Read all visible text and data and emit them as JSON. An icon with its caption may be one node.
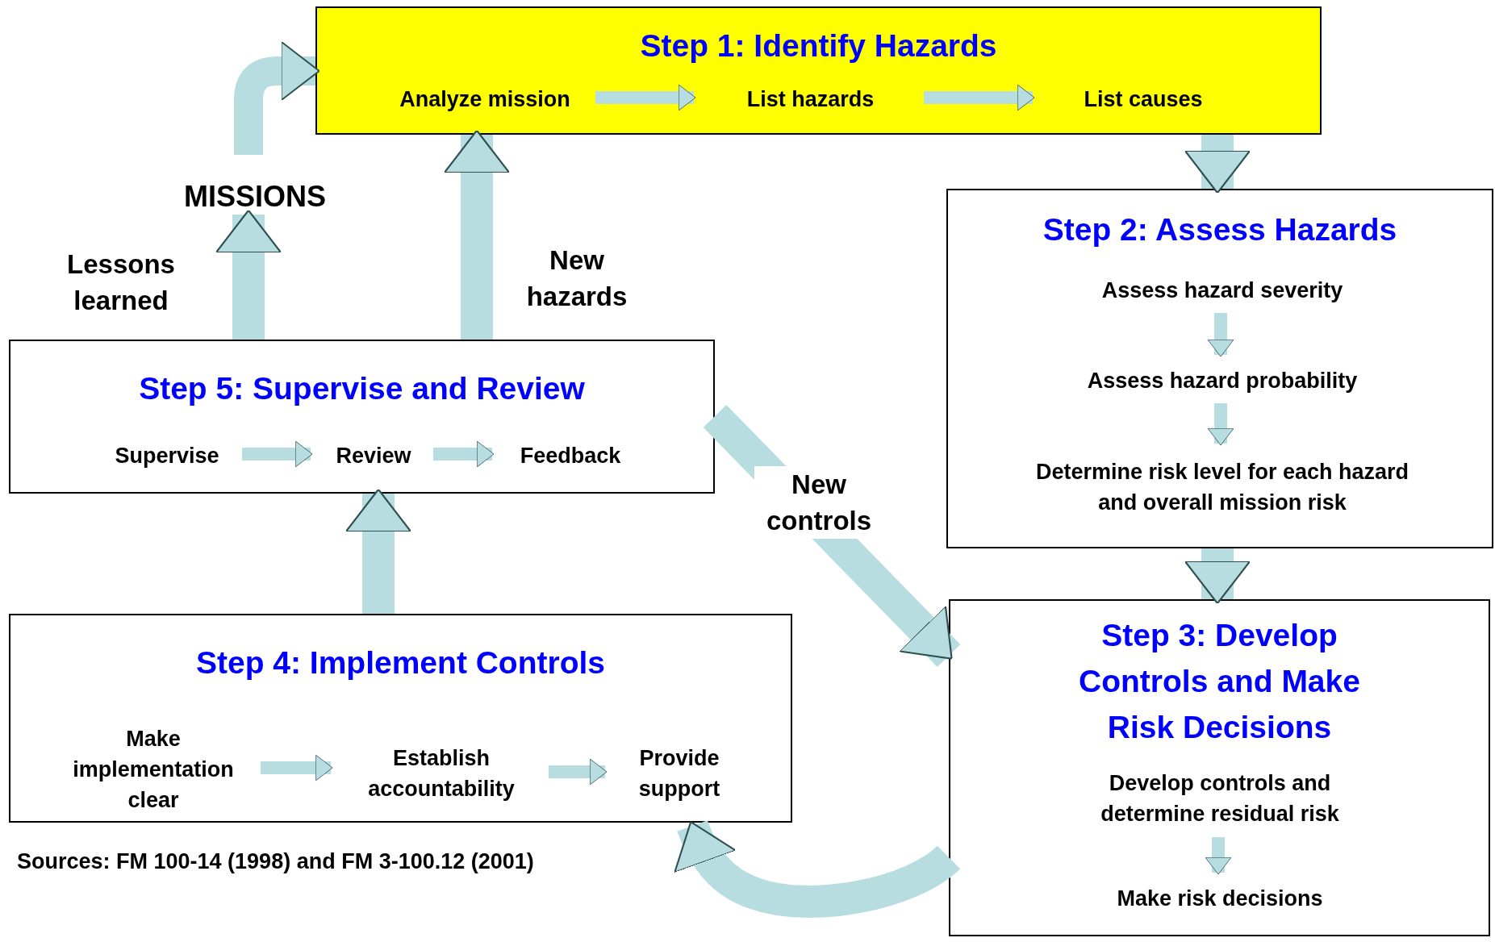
{
  "diagram": {
    "nodes": [
      {
        "text": [
          "Step 1: Identify Hazards"
        ]
      },
      {
        "text": [
          "Analyze mission"
        ],
        "in": 0
      },
      {
        "text": [
          "List hazards"
        ],
        "in": 0
      },
      {
        "text": [
          "List causes"
        ],
        "in": 0
      },
      {
        "text": [
          "Step 2: Assess Hazards"
        ]
      },
      {
        "text": [
          "Assess hazard severity"
        ],
        "in": 4
      },
      {
        "text": [
          "Assess hazard probability"
        ],
        "in": 4
      },
      {
        "text": [
          "Determine risk level for each hazard and overall mission risk"
        ],
        "in": 4
      },
      {
        "text": [
          "Step 3: Develop Controls and Make Risk Decisions"
        ]
      },
      {
        "text": [
          "Develop controls and determine residual risk"
        ],
        "in": 8
      },
      {
        "text": [
          "Make risk decisions"
        ],
        "in": 8
      },
      {
        "text": [
          "Step 4: Implement Controls"
        ]
      },
      {
        "text": [
          "Make implementation clear"
        ],
        "in": 11
      },
      {
        "text": [
          "Establish accountability"
        ],
        "in": 11
      },
      {
        "text": [
          "Provide support"
        ],
        "in": 11
      },
      {
        "text": [
          "Step 5: Supervise and Review"
        ]
      },
      {
        "text": [
          "Supervise"
        ],
        "in": 15
      },
      {
        "text": [
          "Review"
        ],
        "in": 15
      },
      {
        "text": [
          "Feedback"
        ],
        "in": 15
      },
      {
        "text": [
          "MISSIONS"
        ]
      }
    ],
    "edges": [
      {
        "from": 1,
        "to": 2,
        "arrow": "to"
      },
      {
        "from": 2,
        "to": 3,
        "arrow": "to"
      },
      {
        "from": 0,
        "to": 4,
        "arrow": "to",
        "style": "thick"
      },
      {
        "from": 5,
        "to": 6,
        "arrow": "to"
      },
      {
        "from": 6,
        "to": 7,
        "arrow": "to"
      },
      {
        "from": 4,
        "to": 8,
        "arrow": "to",
        "style": "thick"
      },
      {
        "from": 9,
        "to": 10,
        "arrow": "to"
      },
      {
        "from": 8,
        "to": 11,
        "arrow": "to",
        "style": "thick"
      },
      {
        "from": 11,
        "to": 15,
        "arrow": "to",
        "style": "thick"
      },
      {
        "from": 15,
        "to": 0,
        "label": "New hazards",
        "arrow": "to",
        "style": "thick"
      },
      {
        "from": 15,
        "to": 19,
        "label": "Lessons learned",
        "arrow": "to",
        "style": "thick"
      },
      {
        "from": 19,
        "to": 0,
        "arrow": "to",
        "style": "thick"
      },
      {
        "from": 15,
        "to": 8,
        "label": "New controls",
        "arrow": "to",
        "style": "thick"
      },
      {
        "from": 12,
        "to": 13,
        "arrow": "to"
      },
      {
        "from": 13,
        "to": 14,
        "arrow": "to"
      },
      {
        "from": 16,
        "to": 17,
        "arrow": "to"
      },
      {
        "from": 17,
        "to": 18,
        "arrow": "to"
      }
    ],
    "labels": [
      "Sources: FM 100-14 (1998) and FM 3-100.12 (2001)"
    ]
  }
}
